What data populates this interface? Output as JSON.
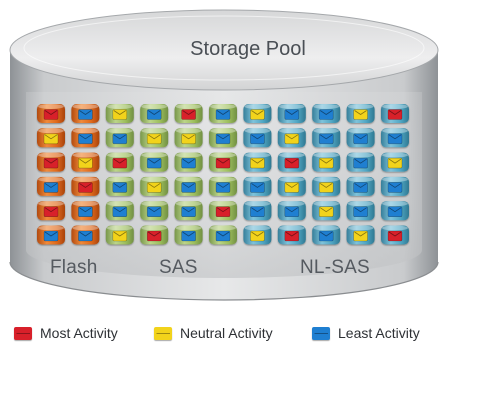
{
  "title": "Storage Pool",
  "tiers": [
    {
      "label": "Flash"
    },
    {
      "label": "SAS"
    },
    {
      "label": "NL-SAS"
    }
  ],
  "tier_colors": {
    "flash": "#e06a1c",
    "sas": "#9dbf5c",
    "nlsas": "#4fa6c4"
  },
  "activity_colors": {
    "most": "#d8202a",
    "neutral": "#f2d31b",
    "least": "#1f7fd1"
  },
  "columns_tier": [
    "flash",
    "flash",
    "sas",
    "sas",
    "sas",
    "sas",
    "nlsas",
    "nlsas",
    "nlsas",
    "nlsas",
    "nlsas"
  ],
  "grid": [
    [
      "most",
      "least",
      "neutral",
      "least",
      "most",
      "least",
      "neutral",
      "least",
      "least",
      "neutral",
      "most"
    ],
    [
      "neutral",
      "least",
      "least",
      "neutral",
      "neutral",
      "least",
      "least",
      "neutral",
      "least",
      "least",
      "least"
    ],
    [
      "most",
      "neutral",
      "most",
      "least",
      "least",
      "most",
      "neutral",
      "most",
      "neutral",
      "least",
      "neutral"
    ],
    [
      "least",
      "most",
      "least",
      "neutral",
      "least",
      "least",
      "least",
      "neutral",
      "neutral",
      "least",
      "least"
    ],
    [
      "most",
      "least",
      "least",
      "least",
      "least",
      "most",
      "least",
      "least",
      "neutral",
      "least",
      "least"
    ],
    [
      "least",
      "least",
      "neutral",
      "most",
      "least",
      "least",
      "neutral",
      "most",
      "least",
      "neutral",
      "most"
    ]
  ],
  "legend": [
    {
      "key": "most",
      "label": "Most Activity"
    },
    {
      "key": "neutral",
      "label": "Neutral Activity"
    },
    {
      "key": "least",
      "label": "Least Activity"
    }
  ]
}
